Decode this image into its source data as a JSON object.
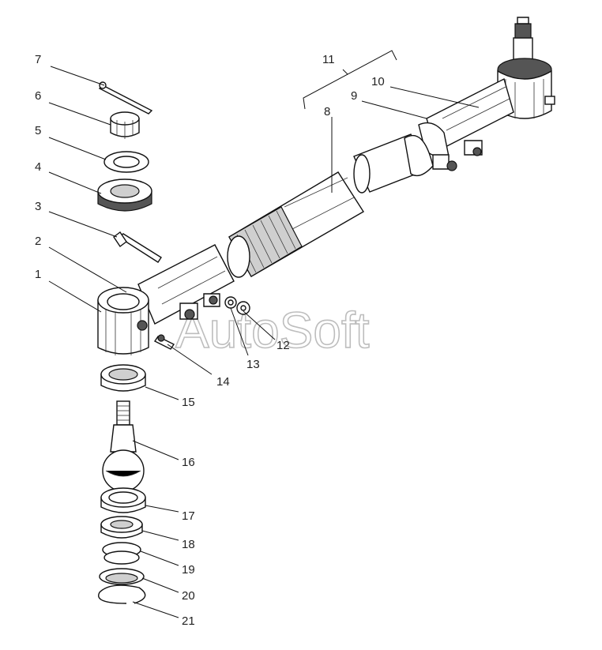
{
  "watermark": "AutoSoft",
  "callouts": [
    {
      "id": "1",
      "text": "1"
    },
    {
      "id": "2",
      "text": "2"
    },
    {
      "id": "3",
      "text": "3"
    },
    {
      "id": "4",
      "text": "4"
    },
    {
      "id": "5",
      "text": "5"
    },
    {
      "id": "6",
      "text": "6"
    },
    {
      "id": "7",
      "text": "7"
    },
    {
      "id": "8",
      "text": "8"
    },
    {
      "id": "9",
      "text": "9"
    },
    {
      "id": "10",
      "text": "10"
    },
    {
      "id": "11",
      "text": "11"
    },
    {
      "id": "12",
      "text": "12"
    },
    {
      "id": "13",
      "text": "13"
    },
    {
      "id": "14",
      "text": "14"
    },
    {
      "id": "15",
      "text": "15"
    },
    {
      "id": "16",
      "text": "16"
    },
    {
      "id": "17",
      "text": "17"
    },
    {
      "id": "18",
      "text": "18"
    },
    {
      "id": "19",
      "text": "19"
    },
    {
      "id": "20",
      "text": "20"
    },
    {
      "id": "21",
      "text": "21"
    }
  ]
}
